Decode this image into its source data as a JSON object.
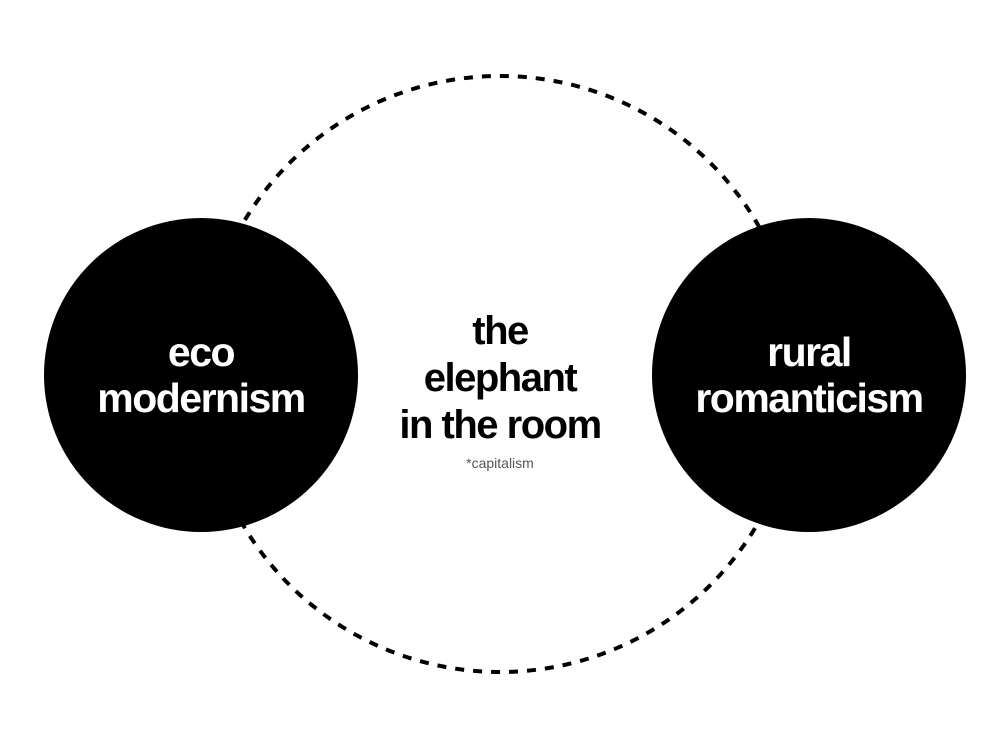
{
  "diagram": {
    "left_node": {
      "lines": [
        "eco",
        "modernism"
      ]
    },
    "right_node": {
      "lines": [
        "rural",
        "romanticism"
      ]
    },
    "center": {
      "lines": [
        "the",
        "elephant",
        "in the room"
      ],
      "footnote": "*capitalism"
    }
  },
  "colors": {
    "node_fill": "#000000",
    "node_text": "#ffffff",
    "connector": "#000000",
    "background": "#ffffff"
  }
}
